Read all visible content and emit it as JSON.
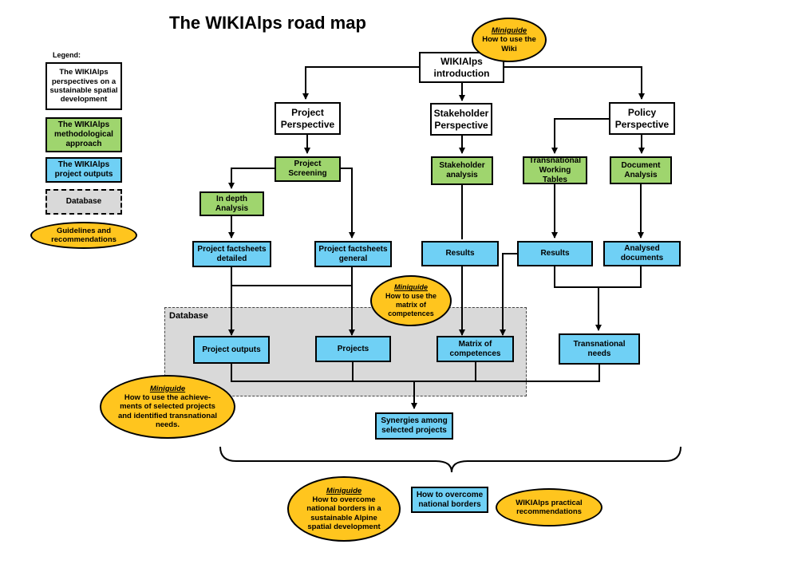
{
  "title": "The WIKIAlps road map",
  "legend": {
    "label": "Legend:",
    "perspectives": "The WIKIAlps perspectives on a sustainable spatial development",
    "methodological": "The WIKIAlps methodological approach",
    "outputs": "The WIKIAlps project outputs",
    "database": "Database",
    "guidelines": "Guidelines and recommendations"
  },
  "nodes": {
    "introduction": "WIKIAlps introduction",
    "project_perspective": "Project Perspective",
    "stakeholder_perspective": "Stakeholder Perspective",
    "policy_perspective": "Policy Perspective",
    "project_screening": "Project Screening",
    "stakeholder_analysis": "Stakeholder analysis",
    "transnational_working_tables": "Transnational Working Tables",
    "document_analysis": "Document Analysis",
    "in_depth_analysis": "In depth Analysis",
    "factsheets_detailed": "Project factsheets detailed",
    "factsheets_general": "Project factsheets general",
    "stakeholder_results": "Results",
    "policy_results": "Results",
    "analysed_documents": "Analysed documents",
    "project_outputs": "Project outputs",
    "projects": "Projects",
    "matrix": "Matrix of competences",
    "transnational_needs": "Transnational needs",
    "synergies": "Synergies among selected projects",
    "overcome_borders": "How to overcome national borders"
  },
  "region_label": "Database",
  "miniguides": {
    "label": "Miniguide",
    "wiki": "How to use the Wiki",
    "matrix": "How to use the matrix of competences",
    "achievements": "How to use the achieve-ments of selected projects and identified transnational needs.",
    "borders": "How to overcome national borders in a sustainable Alpine spatial development"
  },
  "practical_recommendations": "WIKIAlps practical recommendations",
  "colors": {
    "perspective": "#ffffff",
    "methodological": "#9fd56e",
    "output": "#6fd0f5",
    "database": "#d9d9d9",
    "guideline": "#ffc51e"
  }
}
